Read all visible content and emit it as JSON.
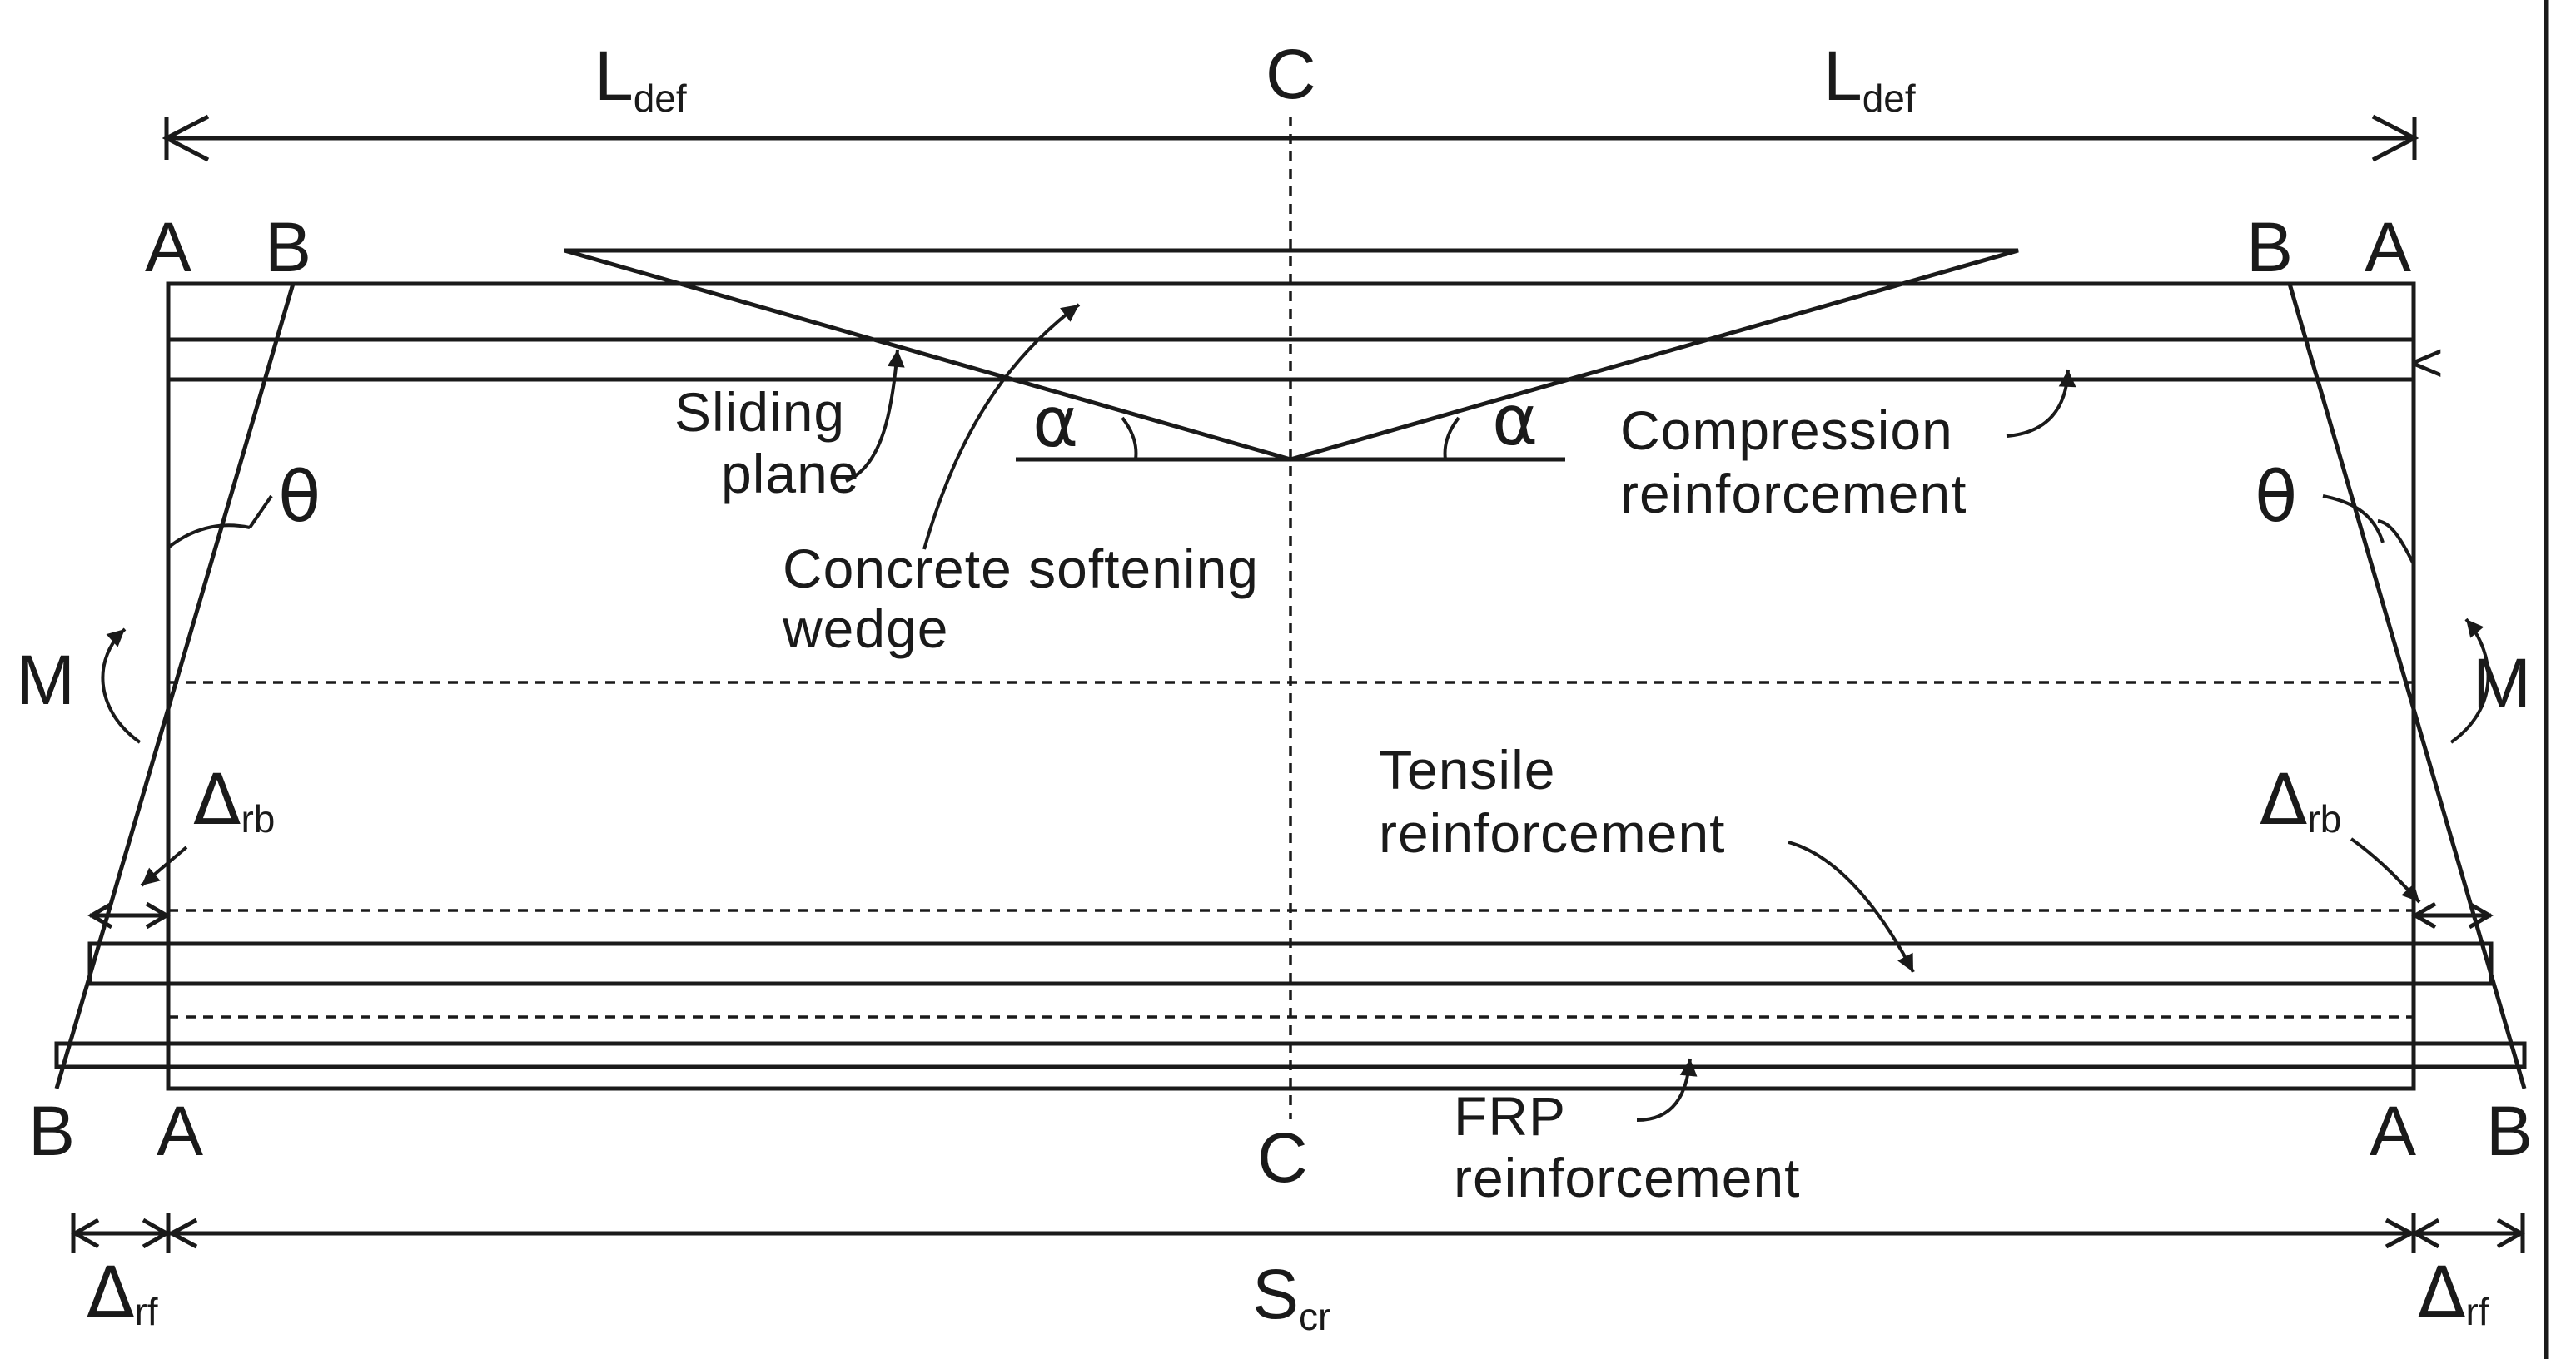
{
  "labels": {
    "l_def": "L",
    "l_def_sub": "def",
    "c": "C",
    "a": "A",
    "b": "B",
    "m": "M",
    "theta": "θ",
    "alpha": "α",
    "delta": "Δ",
    "rb": "rb",
    "rf": "rf",
    "s": "S",
    "s_sub": "cr",
    "lt": "<"
  },
  "annotations": {
    "sliding_plane": [
      "Sliding",
      "plane"
    ],
    "concrete_softening_wedge": [
      "Concrete softening",
      "wedge"
    ],
    "compression_reinforcement": [
      "Compression",
      "reinforcement"
    ],
    "tensile_reinforcement": [
      "Tensile",
      "reinforcement"
    ],
    "frp_reinforcement": [
      "FRP",
      "reinforcement"
    ]
  },
  "colors": {
    "line": "#1a1a1a",
    "background": "#ffffff"
  }
}
